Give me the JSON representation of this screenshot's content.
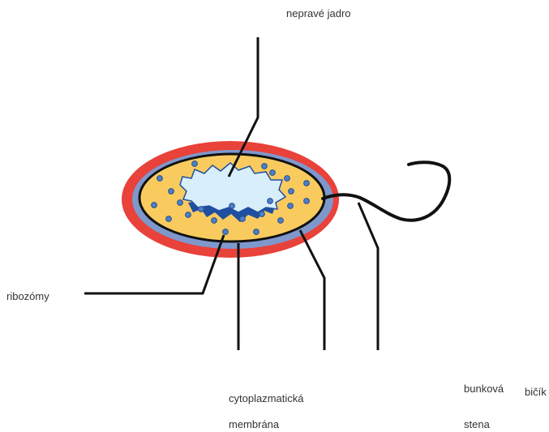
{
  "labels": {
    "nucleoid": "nepravé jadro",
    "ribosomes": "ribozómy",
    "membrane_line1": "cytoplazmatická",
    "membrane_line2": "membrána",
    "cell_wall_line1": "bunková",
    "cell_wall_line2": "stena",
    "flagellum": "bičík"
  },
  "colors": {
    "capsule": "#e8423a",
    "cell_wall": "#7f98cc",
    "cytoplasm": "#f9cb5f",
    "nucleoid_light": "#d8eefa",
    "nucleoid_dark": "#1f4fa0",
    "ribosome": "#4c7fc6",
    "outline": "#111111",
    "label_text": "#333333"
  },
  "icons": {
    "ribosome": "ribosome-dot-icon"
  }
}
